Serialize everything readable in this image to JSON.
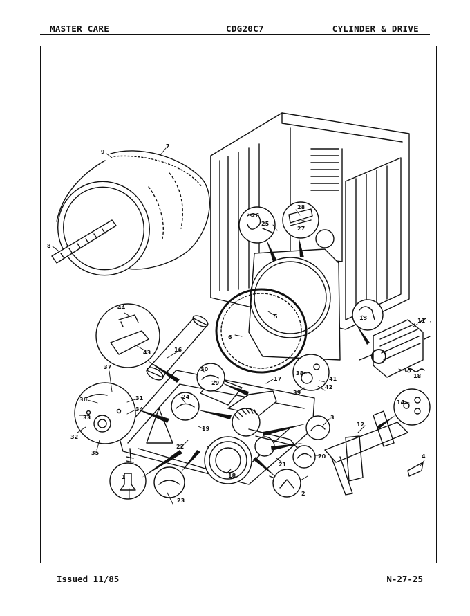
{
  "header": {
    "left": "MASTER CARE",
    "center": "CDG20C7",
    "right": "CYLINDER & DRIVE"
  },
  "footer": {
    "issued": "Issued 11/85",
    "page_code": "N-27-25"
  },
  "callouts": {
    "c1": "1",
    "c2": "2",
    "c3": "3",
    "c4": "4",
    "c5": "5",
    "c6": "6",
    "c7": "7",
    "c8": "8",
    "c9": "9",
    "c11": "11",
    "c12": "12",
    "c13": "13",
    "c14": "14",
    "c15": "15",
    "c16": "16",
    "c17": "17",
    "c18": "18",
    "c19": "19",
    "c20": "20",
    "c21": "21",
    "c22": "22",
    "c23": "23",
    "c24": "24",
    "c25": "25",
    "c26": "26",
    "c27": "27",
    "c28": "28",
    "c29": "29",
    "c30": "30",
    "c31": "31",
    "c32": "32",
    "c33": "33",
    "c34": "34",
    "c35": "35",
    "c36": "36",
    "c37": "37",
    "c38": "38",
    "c39": "39",
    "c41": "41",
    "c42": "42",
    "c43": "43",
    "c44": "44"
  }
}
